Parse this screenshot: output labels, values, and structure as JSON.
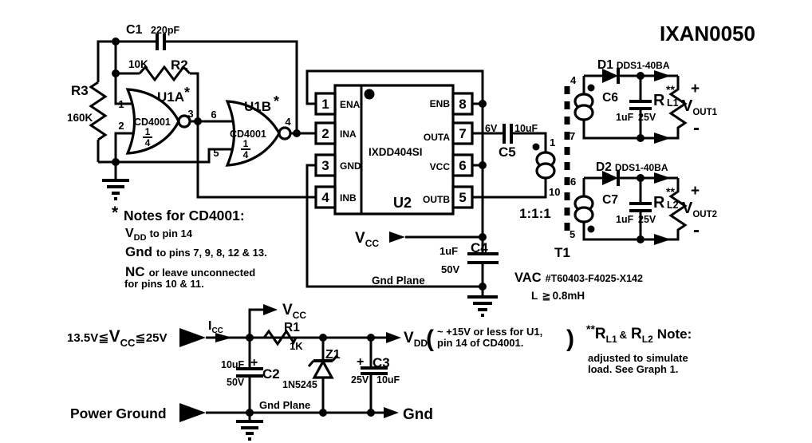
{
  "title": "IXAN0050",
  "osc": {
    "c1": "C1",
    "c1_val": "220pF",
    "r2_val": "10K",
    "r2": "R2",
    "r3": "R3",
    "r3_val": "160K",
    "u1a": "U1A",
    "u1a_star": "*",
    "u1a_part": "CD4001",
    "u1b": "U1B",
    "u1b_star": "*",
    "u1b_part": "CD4001",
    "frac_num": "1",
    "frac_den": "4",
    "p1": "1",
    "p2": "2",
    "p3": "3",
    "p4": "4",
    "p5": "5",
    "p6": "6"
  },
  "u2": {
    "ref": "U2",
    "part": "IXDD404SI",
    "left": [
      {
        "n": "1",
        "label": "ENA"
      },
      {
        "n": "2",
        "label": "INA"
      },
      {
        "n": "3",
        "label": "GND"
      },
      {
        "n": "4",
        "label": "INB"
      }
    ],
    "right": [
      {
        "n": "8",
        "label": "ENB"
      },
      {
        "n": "7",
        "label": "OUTA"
      },
      {
        "n": "6",
        "label": "VCC"
      },
      {
        "n": "5",
        "label": "OUTB"
      }
    ]
  },
  "mid": {
    "c5_v": "6V",
    "c5_val": "10uF",
    "c5": "C5",
    "vcc": "V",
    "vcc_sub": "CC",
    "c4_val": "1uF",
    "c4": "C4",
    "c4_rating": "50V",
    "gnd_plane": "Gnd Plane"
  },
  "xfmr": {
    "p_top": "1",
    "p_bot": "10",
    "ratio": "1:1:1",
    "ref": "T1",
    "s1_top": "4",
    "s1_bot": "7",
    "s2_top": "6",
    "s2_bot": "5",
    "make": "VAC",
    "part": "#T60403-F4025-X142",
    "l": "L",
    "geq": "≧",
    "l_val": "0.8mH"
  },
  "out1": {
    "d": "D1",
    "d_part": "DDS1-40BA",
    "c": "C6",
    "c_val": "1uF",
    "c_rating": "25V",
    "r": "R",
    "r_sup": "**",
    "r_sub": "L1",
    "plus": "+",
    "minus": "-",
    "v": "V",
    "v_sub": "OUT1"
  },
  "out2": {
    "d": "D2",
    "d_part": "DDS1-40BA",
    "c": "C7",
    "c_val": "1uF",
    "c_rating": "25V",
    "r": "R",
    "r_sup": "**",
    "r_sub": "L2",
    "plus": "+",
    "minus": "-",
    "v": "V",
    "v_sub": "OUT2"
  },
  "notes": {
    "star": "*",
    "heading": "Notes for CD4001:",
    "l1_v": "V",
    "l1_sub": "DD",
    "l1_rest": "to pin 14",
    "l2_lead": "Gnd",
    "l2_rest": "to pins 7, 9, 8, 12 & 13.",
    "l3_lead": "NC",
    "l3_rest": "or leave unconnected",
    "l4": "for pins 10 & 11."
  },
  "rl_note": {
    "sup": "**",
    "r": "R",
    "sub1": "L1",
    "amp": "&",
    "r2": "R",
    "sub2": "L2",
    "tail": "Note:",
    "line1": "adjusted to simulate",
    "line2": "load. See Graph 1."
  },
  "pwr": {
    "range_lo": "13.5V",
    "leq": "≦",
    "vcc": "V",
    "cc": "CC",
    "leq2": "≦",
    "range_hi": "25V",
    "icc": "I",
    "icc_sub": "CC",
    "vcc_out": "V",
    "vcc_out_sub": "CC",
    "r1": "R1",
    "r1_val": "1K",
    "z1": "Z1",
    "z1_part": "1N5245",
    "c2_val": "10uF",
    "c2_plus": "+",
    "c2": "C2",
    "c2_rating": "50V",
    "c3_plus": "+",
    "c3": "C3",
    "c3_rating": "25V",
    "c3_val": "10uF",
    "vdd": "V",
    "vdd_sub": "DD",
    "paren_l": "(",
    "paren_r": ")",
    "vdd_note1": "~ +15V or less for U1,",
    "vdd_note2": "pin 14 of CD4001.",
    "gnd": "Gnd",
    "gnd_plane": "Gnd Plane",
    "power_ground": "Power Ground"
  }
}
